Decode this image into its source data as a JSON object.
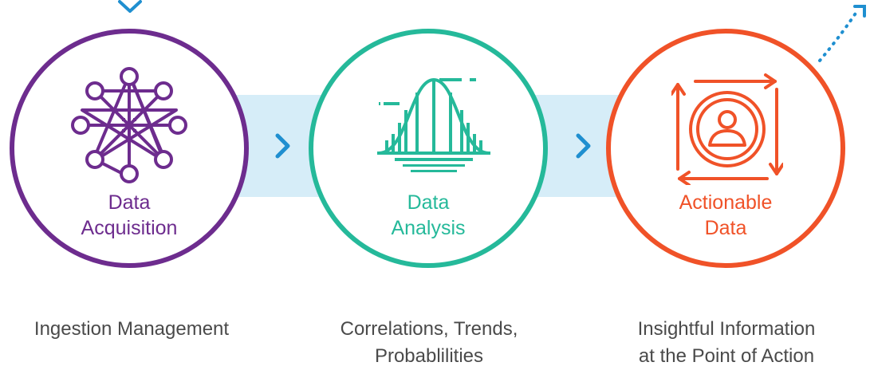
{
  "steps": [
    {
      "title_line1": "Data",
      "title_line2": "Acquisition",
      "description_line1": "Ingestion Management",
      "description_line2": "",
      "color": "#6d2c8e",
      "icon": "network-star-icon"
    },
    {
      "title_line1": "Data",
      "title_line2": "Analysis",
      "description_line1": "Correlations, Trends,",
      "description_line2": "Probablilities",
      "color": "#25b99a",
      "icon": "bell-curve-icon"
    },
    {
      "title_line1": "Actionable",
      "title_line2": "Data",
      "description_line1": "Insightful Information",
      "description_line2": "at the Point of Action",
      "color": "#f05228",
      "icon": "user-cycle-icon"
    }
  ],
  "connector": {
    "icon": "chevron-right-icon",
    "color": "#1f8fd0",
    "band_color": "#d6edf8"
  }
}
